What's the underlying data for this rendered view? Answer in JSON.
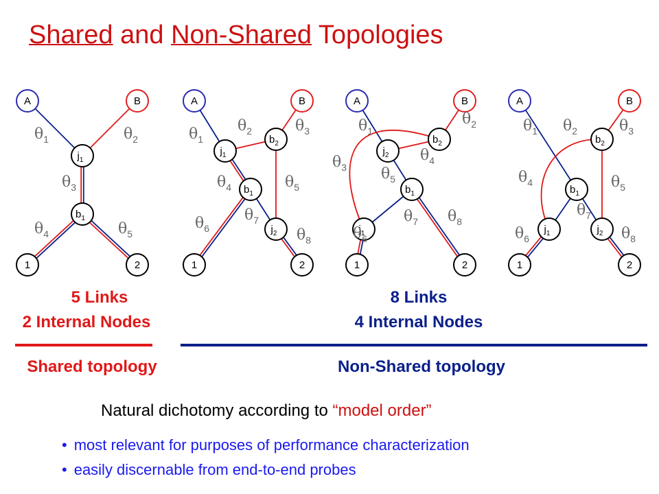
{
  "title": {
    "part1": "Shared",
    "part2": " and ",
    "part3": "Non-Shared",
    "part4": " Topologies"
  },
  "shared_summary": {
    "links": "5 Links",
    "nodes": "2 Internal Nodes",
    "label": "Shared topology"
  },
  "nonshared_summary": {
    "links": "8 Links",
    "nodes": "4 Internal Nodes",
    "label": "Non-Shared topology"
  },
  "dichotomy": {
    "prefix": "Natural dichotomy according to ",
    "quote": "“model order”"
  },
  "bullets": [
    "most relevant for purposes of performance characterization",
    "easily discernable from end-to-end probes"
  ],
  "colors": {
    "title": "#cc1111",
    "link_red": "#e01818",
    "link_navy": "#0a1f8a",
    "node_blue": "#2b2bb0",
    "node_red": "#e02020",
    "theta": "#666666",
    "bullet": "#1a1aee"
  },
  "trees": [
    {
      "nodes": [
        {
          "id": "A",
          "main": "A",
          "sub": "",
          "color": "blue"
        },
        {
          "id": "B",
          "main": "B",
          "sub": "",
          "color": "red"
        },
        {
          "id": "j1",
          "main": "j",
          "sub": "1",
          "color": "black"
        },
        {
          "id": "b1",
          "main": "b",
          "sub": "1",
          "color": "black"
        },
        {
          "id": "n1",
          "main": "1",
          "sub": "",
          "color": "black"
        },
        {
          "id": "n2",
          "main": "2",
          "sub": "",
          "color": "black"
        }
      ],
      "edges": [
        {
          "from": "A",
          "to": "j1",
          "type": "blue"
        },
        {
          "from": "B",
          "to": "j1",
          "type": "red"
        },
        {
          "from": "j1",
          "to": "b1",
          "type": "both"
        },
        {
          "from": "b1",
          "to": "n1",
          "type": "both"
        },
        {
          "from": "b1",
          "to": "n2",
          "type": "both"
        }
      ],
      "thetas": [
        "1",
        "2",
        "3",
        "4",
        "5"
      ]
    },
    {
      "nodes": [
        {
          "id": "A",
          "main": "A",
          "sub": "",
          "color": "blue"
        },
        {
          "id": "B",
          "main": "B",
          "sub": "",
          "color": "red"
        },
        {
          "id": "j1",
          "main": "j",
          "sub": "1",
          "color": "black"
        },
        {
          "id": "b2",
          "main": "b",
          "sub": "2",
          "color": "black"
        },
        {
          "id": "b1",
          "main": "b",
          "sub": "1",
          "color": "black"
        },
        {
          "id": "j2",
          "main": "j",
          "sub": "2",
          "color": "black"
        },
        {
          "id": "n1",
          "main": "1",
          "sub": "",
          "color": "black"
        },
        {
          "id": "n2",
          "main": "2",
          "sub": "",
          "color": "black"
        }
      ],
      "edges": [
        {
          "from": "A",
          "to": "j1",
          "type": "blue"
        },
        {
          "from": "j1",
          "to": "b2",
          "type": "red"
        },
        {
          "from": "B",
          "to": "b2",
          "type": "red"
        },
        {
          "from": "j1",
          "to": "b1",
          "type": "both"
        },
        {
          "from": "b2",
          "to": "j2",
          "type": "red"
        },
        {
          "from": "b1",
          "to": "n1",
          "type": "both"
        },
        {
          "from": "b1",
          "to": "j2",
          "type": "blue"
        },
        {
          "from": "j2",
          "to": "n2",
          "type": "both"
        }
      ],
      "thetas": [
        "1",
        "2",
        "3",
        "4",
        "5",
        "6",
        "7",
        "8"
      ]
    },
    {
      "nodes": [
        {
          "id": "A",
          "main": "A",
          "sub": "",
          "color": "blue"
        },
        {
          "id": "B",
          "main": "B",
          "sub": "",
          "color": "red"
        },
        {
          "id": "j2",
          "main": "j",
          "sub": "2",
          "color": "black"
        },
        {
          "id": "b2",
          "main": "b",
          "sub": "2",
          "color": "black"
        },
        {
          "id": "b1",
          "main": "b",
          "sub": "1",
          "color": "black"
        },
        {
          "id": "j1",
          "main": "j",
          "sub": "1",
          "color": "black"
        },
        {
          "id": "n1",
          "main": "1",
          "sub": "",
          "color": "black"
        },
        {
          "id": "n2",
          "main": "2",
          "sub": "",
          "color": "black"
        }
      ],
      "edges": [
        {
          "from": "A",
          "to": "j2",
          "type": "blue"
        },
        {
          "from": "j2",
          "to": "b2",
          "type": "red"
        },
        {
          "from": "B",
          "to": "b2",
          "type": "red"
        },
        {
          "from": "j2",
          "to": "b1",
          "type": "blue"
        },
        {
          "from": "b2",
          "to": "j1",
          "type": "red",
          "curve": true
        },
        {
          "from": "b1",
          "to": "j1",
          "type": "blue"
        },
        {
          "from": "j1",
          "to": "n1",
          "type": "both"
        },
        {
          "from": "b1",
          "to": "n2",
          "type": "both"
        }
      ],
      "thetas": [
        "1",
        "2",
        "3",
        "4",
        "5",
        "6",
        "7",
        "8"
      ]
    },
    {
      "nodes": [
        {
          "id": "A",
          "main": "A",
          "sub": "",
          "color": "blue"
        },
        {
          "id": "B",
          "main": "B",
          "sub": "",
          "color": "red"
        },
        {
          "id": "b2",
          "main": "b",
          "sub": "2",
          "color": "black"
        },
        {
          "id": "b1",
          "main": "b",
          "sub": "1",
          "color": "black"
        },
        {
          "id": "j1",
          "main": "j",
          "sub": "1",
          "color": "black"
        },
        {
          "id": "j2",
          "main": "j",
          "sub": "2",
          "color": "black"
        },
        {
          "id": "n1",
          "main": "1",
          "sub": "",
          "color": "black"
        },
        {
          "id": "n2",
          "main": "2",
          "sub": "",
          "color": "black"
        }
      ],
      "edges": [
        {
          "from": "A",
          "to": "b1",
          "type": "blue"
        },
        {
          "from": "B",
          "to": "b2",
          "type": "red"
        },
        {
          "from": "b2",
          "to": "j1",
          "type": "red",
          "curve": true
        },
        {
          "from": "b2",
          "to": "j2",
          "type": "red"
        },
        {
          "from": "b1",
          "to": "j1",
          "type": "blue"
        },
        {
          "from": "b1",
          "to": "j2",
          "type": "blue"
        },
        {
          "from": "j1",
          "to": "n1",
          "type": "both"
        },
        {
          "from": "j2",
          "to": "n2",
          "type": "both"
        }
      ],
      "thetas": [
        "1",
        "2",
        "3",
        "4",
        "5",
        "6",
        "7",
        "8"
      ]
    }
  ]
}
